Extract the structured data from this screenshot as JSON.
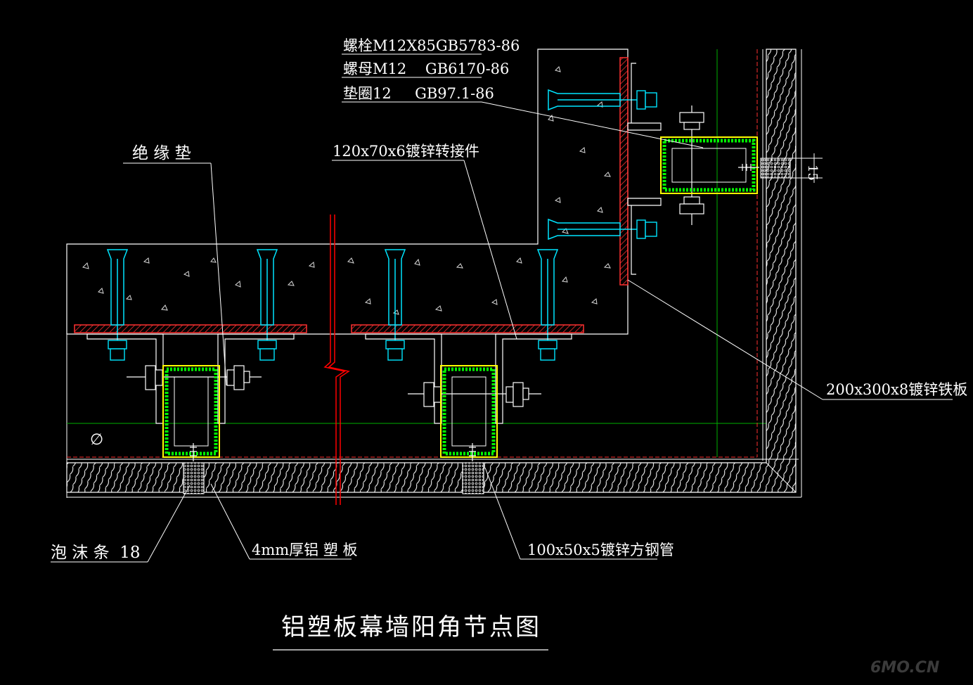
{
  "drawing": {
    "title": "铝塑板幕墙阳角节点图",
    "watermark": "6MO.CN",
    "annotations": {
      "bolt": "螺栓M12X85GB5783-86",
      "nut": "螺母M12    GB6170-86",
      "washer": "垫圈12     GB97.1-86",
      "insulation_pad": "绝 缘 垫",
      "connector": "120x70x6镀锌转接件",
      "steel_plate": "200x300x8镀锌铁板",
      "foam_strip": "泡 沫 条  18",
      "aluminum_panel": "4mm厚铝 塑 板",
      "square_tube": "100x50x5镀锌方钢管",
      "dimension": "15",
      "diameter_symbol": "∅"
    },
    "colors": {
      "background": "#000000",
      "outline": "#ffffff",
      "concrete": "#d8d8d8",
      "anchor": "#00e5ff",
      "plate": "#ff3030",
      "tube_outer": "#ffff00",
      "tube_inner": "#00ff00",
      "guide": "#00b000",
      "cut_line": "#ff0000"
    }
  }
}
